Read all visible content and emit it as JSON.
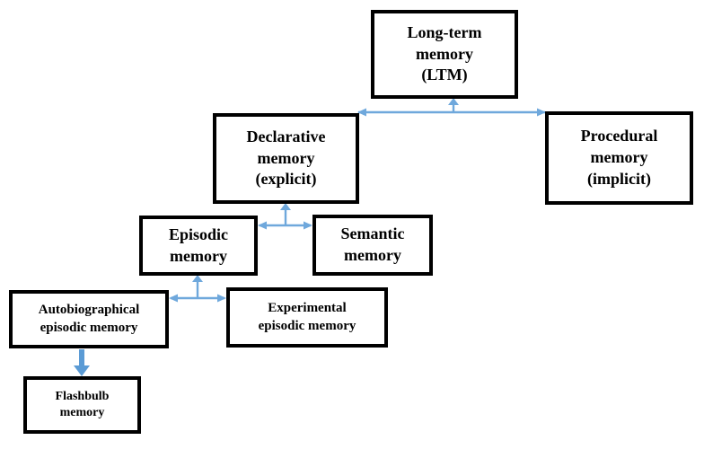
{
  "diagram": {
    "type": "hierarchy-tree",
    "topic": "Long-term memory taxonomy",
    "background_color": "#ffffff",
    "box_border_color": "#000000",
    "text_color": "#000000",
    "nodes": {
      "ltm": {
        "label": "Long-term\nmemory\n(LTM)",
        "level": 1
      },
      "declarative": {
        "label": "Declarative\nmemory\n(explicit)",
        "level": 2
      },
      "procedural": {
        "label": "Procedural\nmemory\n(implicit)",
        "level": 2
      },
      "episodic": {
        "label": "Episodic\nmemory",
        "level": 3
      },
      "semantic": {
        "label": "Semantic\nmemory",
        "level": 3
      },
      "autobiographical": {
        "label": "Autobiographical\nepisodic memory",
        "level": 4
      },
      "experimental": {
        "label": "Experimental\nepisodic memory",
        "level": 4
      },
      "flashbulb": {
        "label": "Flashbulb\nmemory",
        "level": 5
      }
    },
    "edges": [
      {
        "from": "ltm",
        "to": "declarative",
        "style": "thin-branch-arrow"
      },
      {
        "from": "ltm",
        "to": "procedural",
        "style": "thin-branch-arrow"
      },
      {
        "from": "declarative",
        "to": "episodic",
        "style": "thin-branch-arrow"
      },
      {
        "from": "declarative",
        "to": "semantic",
        "style": "thin-branch-arrow"
      },
      {
        "from": "episodic",
        "to": "autobiographical",
        "style": "thin-branch-arrow"
      },
      {
        "from": "episodic",
        "to": "experimental",
        "style": "thin-branch-arrow"
      },
      {
        "from": "autobiographical",
        "to": "flashbulb",
        "style": "thick-down-arrow"
      }
    ]
  },
  "colors": {
    "connector": "#6fa8dc",
    "down_arrow": "#5b9bd5"
  }
}
